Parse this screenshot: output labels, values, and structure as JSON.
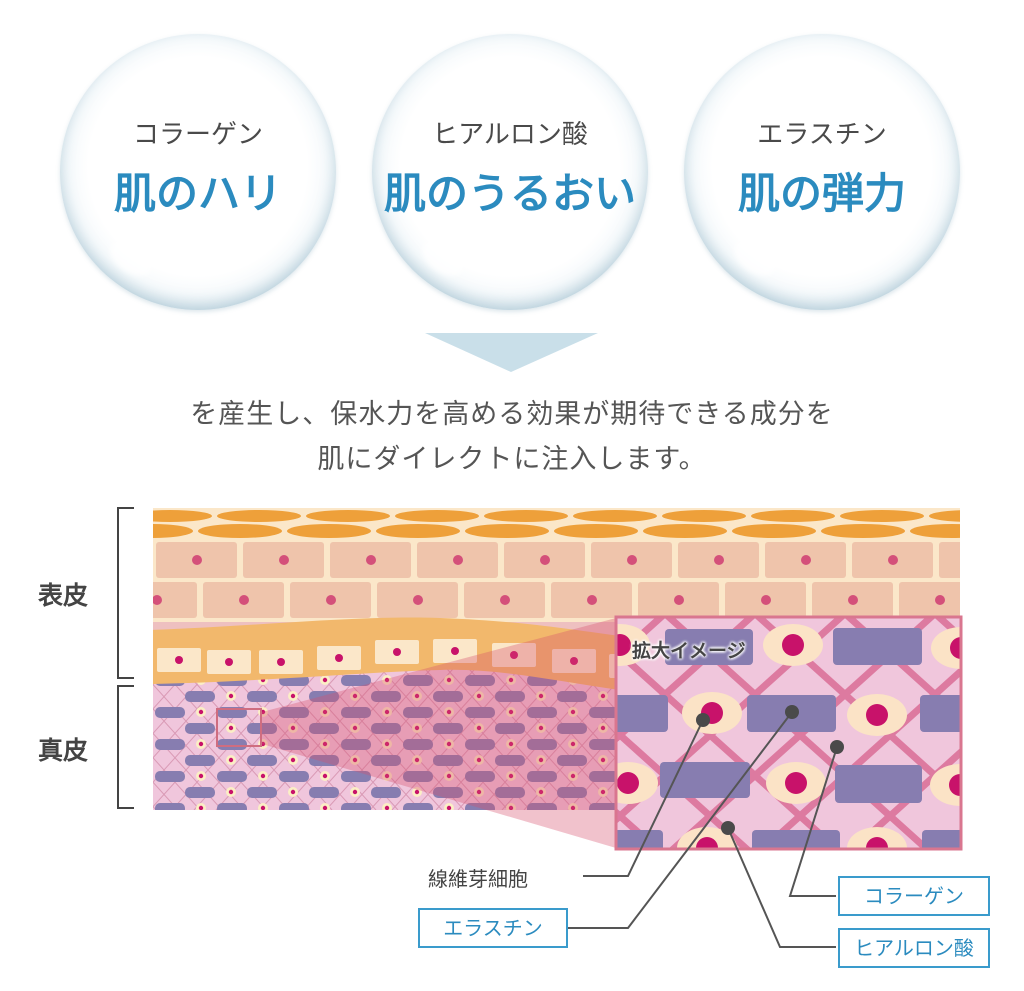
{
  "bubbles": [
    {
      "ingredient": "コラーゲン",
      "effect": "肌のハリ"
    },
    {
      "ingredient": "ヒアルロン酸",
      "effect": "肌のうるおい"
    },
    {
      "ingredient": "エラスチン",
      "effect": "肌の弾力"
    }
  ],
  "description": {
    "line1": "を産生し、保水力を高める効果が期待できる成分を",
    "line2": "肌にダイレクトに注入します。"
  },
  "diagram": {
    "epidermis_label": "表皮",
    "dermis_label": "真皮",
    "zoom_label": "拡大イメージ",
    "callouts": {
      "fibroblast": "線維芽細胞",
      "elastin": "エラスチン",
      "collagen": "コラーゲン",
      "hyaluronic": "ヒアルロン酸"
    }
  },
  "colors": {
    "accent": "#2b8bbf",
    "arrow": "#c9dfe9",
    "purple": "#877db0",
    "magenta": "#c8126a",
    "pink": "#f0c6dc",
    "orange": "#eea03a"
  }
}
